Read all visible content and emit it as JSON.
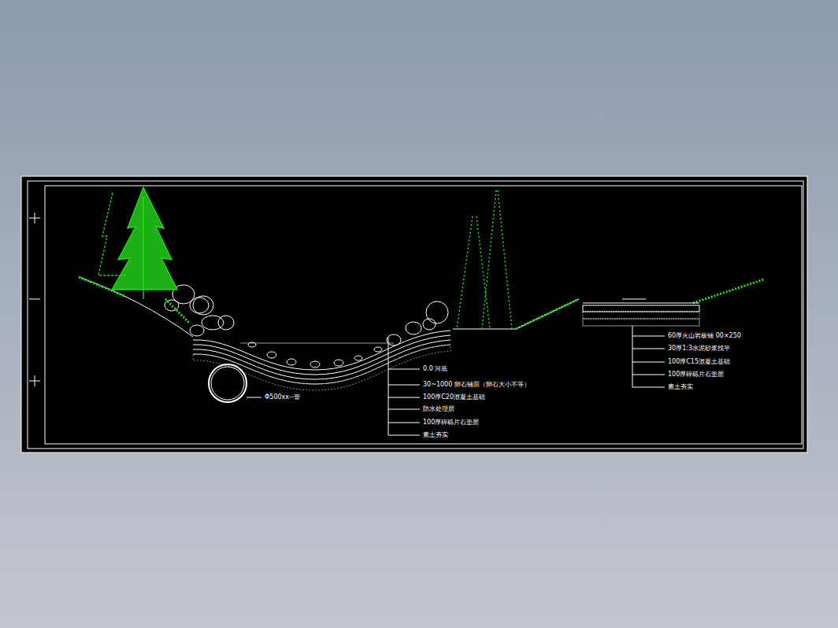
{
  "diagram": {
    "labels": [
      "Φ500xx--管",
      "0.0 河底",
      "30~1000 卵石铺面（卵石大小不等）",
      "100厚C20混凝土基础",
      "防水处理层",
      "100厚碎砾片石垫层",
      "素土夯实",
      "60厚火山岩板铺 00×250",
      "30厚1:3水泥砂浆找平",
      "100厚C15混凝土基础",
      "100厚碎砾片石垫层",
      "素土夯实"
    ]
  }
}
